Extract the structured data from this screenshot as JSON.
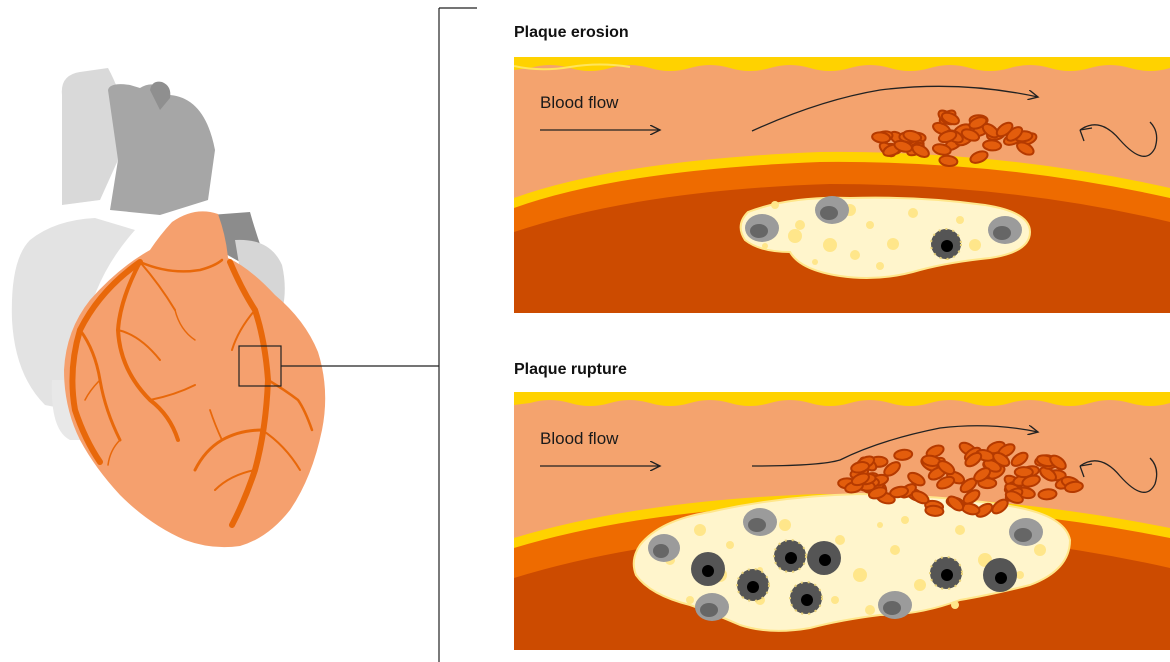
{
  "panels": [
    {
      "id": "erosion",
      "title": "Plaque erosion",
      "flow_label": "Blood flow"
    },
    {
      "id": "rupture",
      "title": "Plaque rupture",
      "flow_label": "Blood flow"
    }
  ],
  "colors": {
    "heart_gray_light": "#d9d9d9",
    "heart_gray_mid": "#bfbfbf",
    "heart_gray_dark": "#999999",
    "heart_orange": "#f5a06e",
    "artery_orange": "#e8680a",
    "vessel_lumen": "#f4a36e",
    "vessel_wall_yellow": "#ffd200",
    "vessel_media": "#ee6b00",
    "vessel_tissue": "#cc4b00",
    "plaque_core": "#fff5cc",
    "lipid_droplet": "#ffe68a",
    "red_cell": "#e35d0c",
    "red_cell_dark": "#b53a00",
    "cell_gray": "#9b9b9b",
    "cell_dark": "#555555",
    "line": "#222222"
  }
}
